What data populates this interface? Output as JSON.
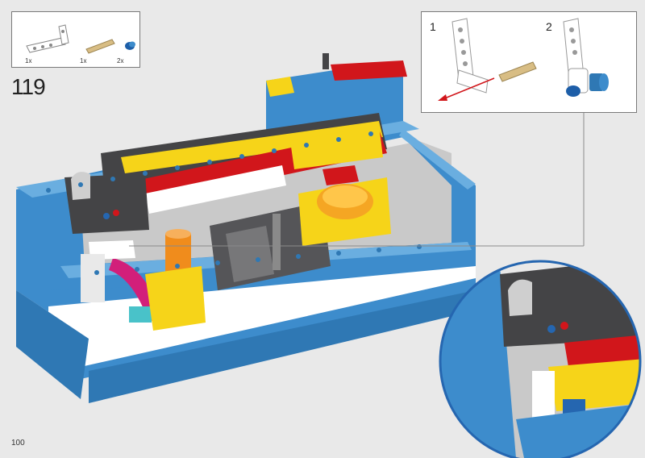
{
  "parts": [
    {
      "name": "beam-angled",
      "qty": "1x"
    },
    {
      "name": "axle-pin-tan",
      "qty": "1x"
    },
    {
      "name": "bush-blue",
      "qty": "2x"
    }
  ],
  "step_number": "119",
  "substeps": [
    "1",
    "2"
  ],
  "page_number": "100",
  "colors": {
    "blue": "#3d8ccc",
    "yellow": "#f6d419",
    "red": "#d1161b",
    "dark": "#444446",
    "white": "#ffffff",
    "callout": "#2566b0"
  }
}
